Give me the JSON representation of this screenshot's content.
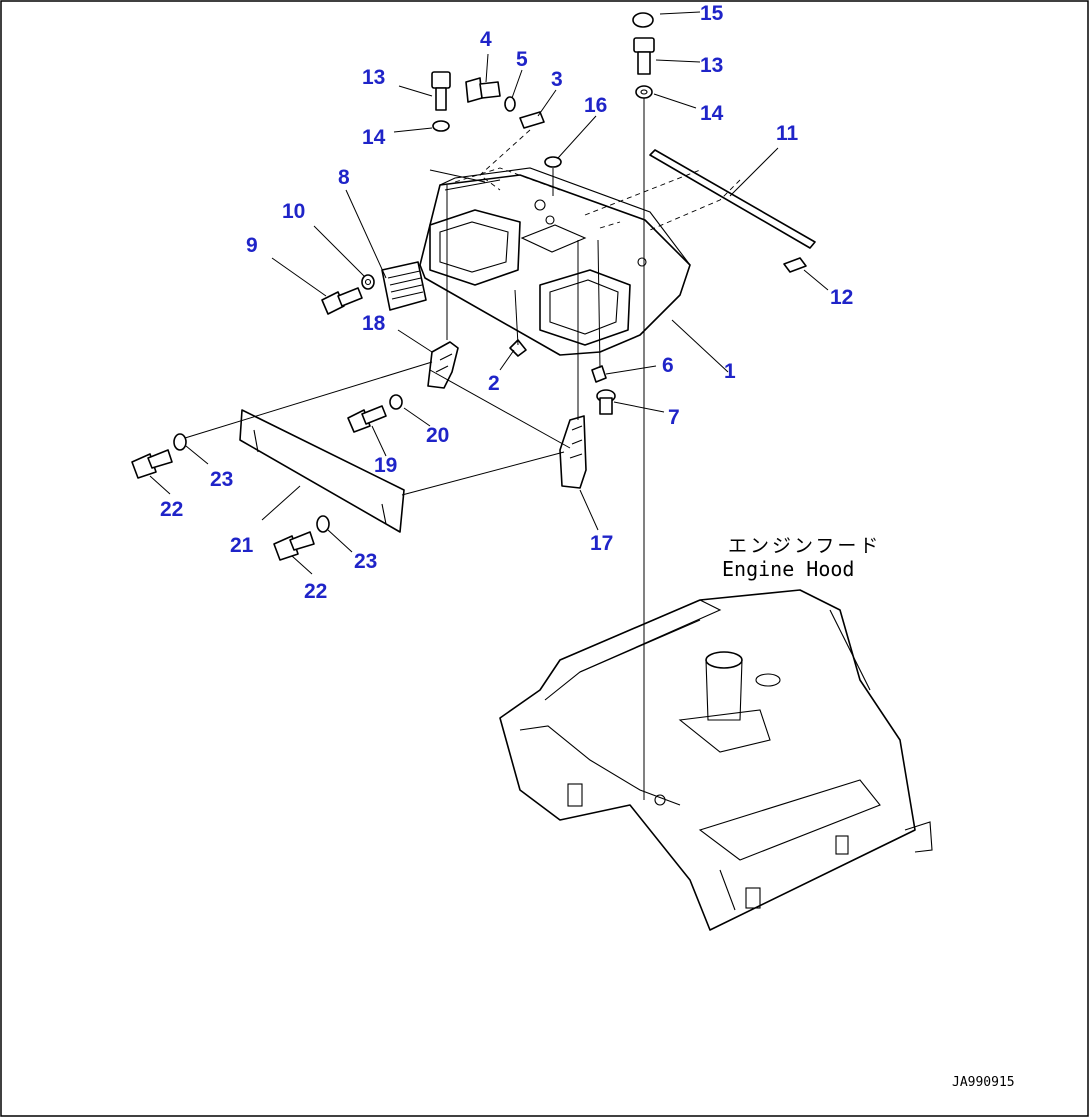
{
  "diagram": {
    "hood_label_jp": "エンジンフード",
    "hood_label_en": "Engine Hood",
    "drawing_code": "JA990915",
    "callouts": [
      "1",
      "2",
      "3",
      "4",
      "5",
      "6",
      "7",
      "8",
      "9",
      "10",
      "11",
      "12",
      "13",
      "13",
      "14",
      "14",
      "15",
      "16",
      "17",
      "18",
      "19",
      "20",
      "21",
      "22",
      "22",
      "23",
      "23"
    ]
  }
}
